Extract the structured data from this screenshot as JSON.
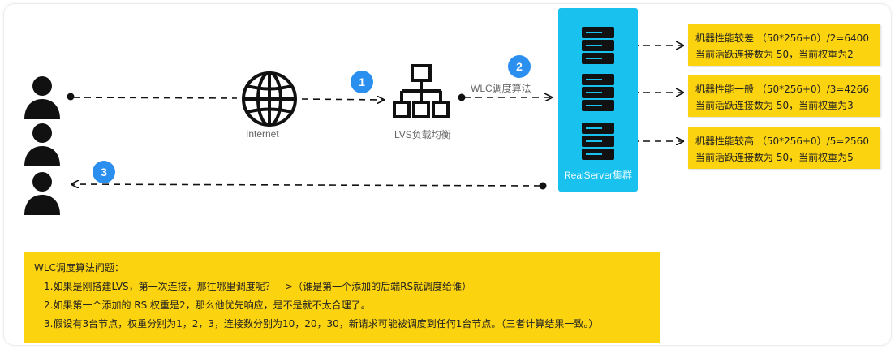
{
  "nodes": {
    "internet_label": "Internet",
    "lvs_label": "LVS负载均衡",
    "wlc_label": "WLC调度算法",
    "cluster_label": "RealServer集群"
  },
  "badges": [
    "1",
    "2",
    "3"
  ],
  "servers": [
    {
      "line1": "机器性能较差 （50*256+0）/2=6400",
      "line2": "当前活跃连接数为 50，当前权重为2"
    },
    {
      "line1": "机器性能一般 （50*256+0）/3=4266",
      "line2": "当前活跃连接数为 50，当前权重为3"
    },
    {
      "line1": "机器性能较高 （50*256+0）/5=2560",
      "line2": "当前活跃连接数为 50，当前权重为5"
    }
  ],
  "notes": {
    "title": "WLC调度算法问题：",
    "items": [
      "1.如果是刚搭建LVS，第一次连接，那往哪里调度呢？    -->（谁是第一个添加的后端RS就调度给谁）",
      "2.如果第一个添加的 RS 权重是2，那么他优先响应，是不是就不太合理了。",
      "3.假设有3台节点，权重分别为1，2，3，连接数分别为10，20，30，新请求可能被调度到任何1台节点。（三者计算结果一致。）"
    ]
  },
  "colors": {
    "badge": "#2b8ff0",
    "cluster": "#19c1ee",
    "note": "#fcd30f",
    "line": "#111111"
  }
}
